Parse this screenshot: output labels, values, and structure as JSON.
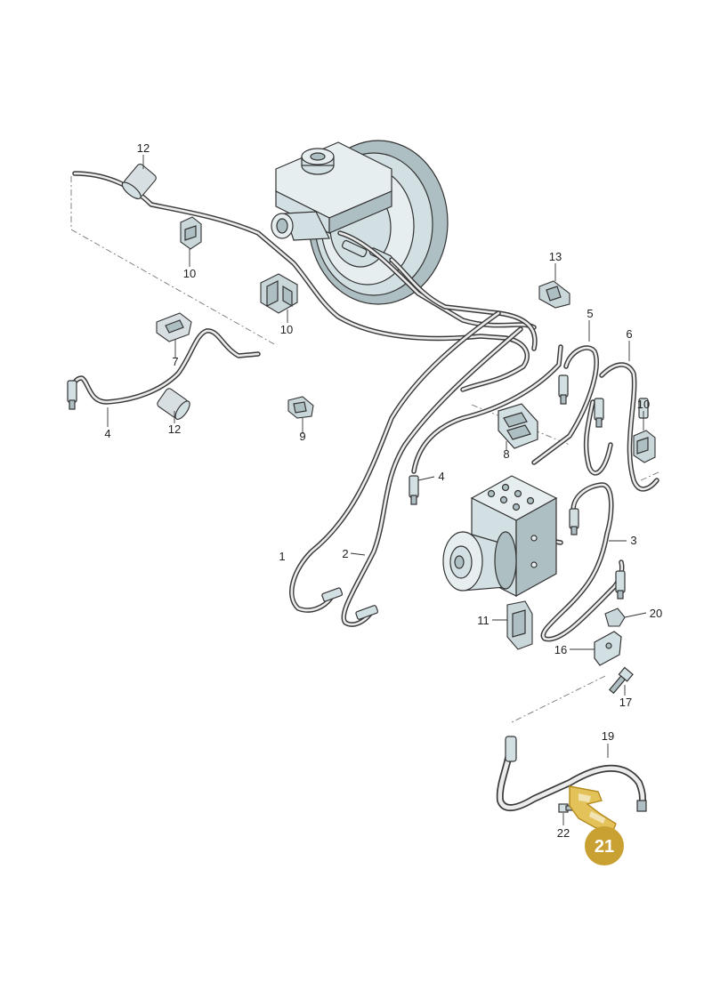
{
  "diagram": {
    "callouts": [
      {
        "id": "c12a",
        "number": "12"
      },
      {
        "id": "c10a",
        "number": "10"
      },
      {
        "id": "c10b",
        "number": "10"
      },
      {
        "id": "c13",
        "number": "13"
      },
      {
        "id": "c5",
        "number": "5"
      },
      {
        "id": "c6",
        "number": "6"
      },
      {
        "id": "c7",
        "number": "7"
      },
      {
        "id": "c4a",
        "number": "4"
      },
      {
        "id": "c12b",
        "number": "12"
      },
      {
        "id": "c9",
        "number": "9"
      },
      {
        "id": "c10c",
        "number": "10"
      },
      {
        "id": "c8",
        "number": "8"
      },
      {
        "id": "c4b",
        "number": "4"
      },
      {
        "id": "c1",
        "number": "1"
      },
      {
        "id": "c2",
        "number": "2"
      },
      {
        "id": "c3",
        "number": "3"
      },
      {
        "id": "c11",
        "number": "11"
      },
      {
        "id": "c20",
        "number": "20"
      },
      {
        "id": "c16",
        "number": "16"
      },
      {
        "id": "c17",
        "number": "17"
      },
      {
        "id": "c19",
        "number": "19"
      },
      {
        "id": "c22",
        "number": "22"
      }
    ],
    "highlight": {
      "number": "21",
      "color": "#c9a032",
      "part_color": "#e3c25a"
    }
  }
}
